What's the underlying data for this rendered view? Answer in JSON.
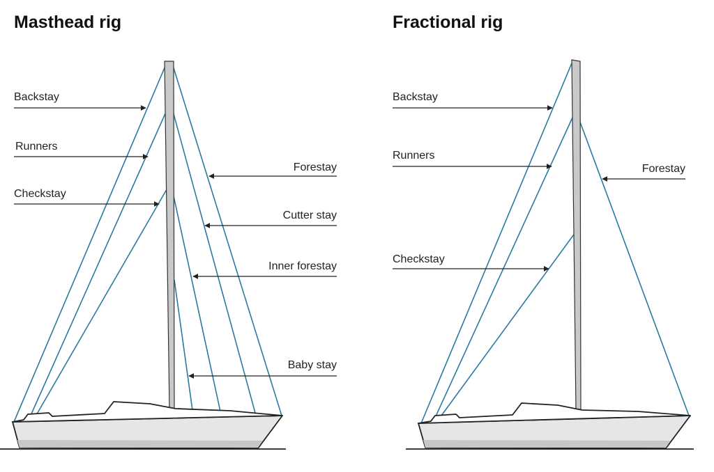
{
  "masthead": {
    "title": "Masthead rig",
    "labels": {
      "backstay": "Backstay",
      "runners": "Runners",
      "checkstay": "Checkstay",
      "forestay": "Forestay",
      "cutter_stay": "Cutter stay",
      "inner_forestay": "Inner forestay",
      "baby_stay": "Baby stay"
    }
  },
  "fractional": {
    "title": "Fractional rig",
    "labels": {
      "backstay": "Backstay",
      "runners": "Runners",
      "checkstay": "Checkstay",
      "forestay": "Forestay"
    }
  },
  "colors": {
    "stay": "#2a7aa0",
    "hull": "#e6e6e8",
    "mast": "#c9c9c9"
  }
}
